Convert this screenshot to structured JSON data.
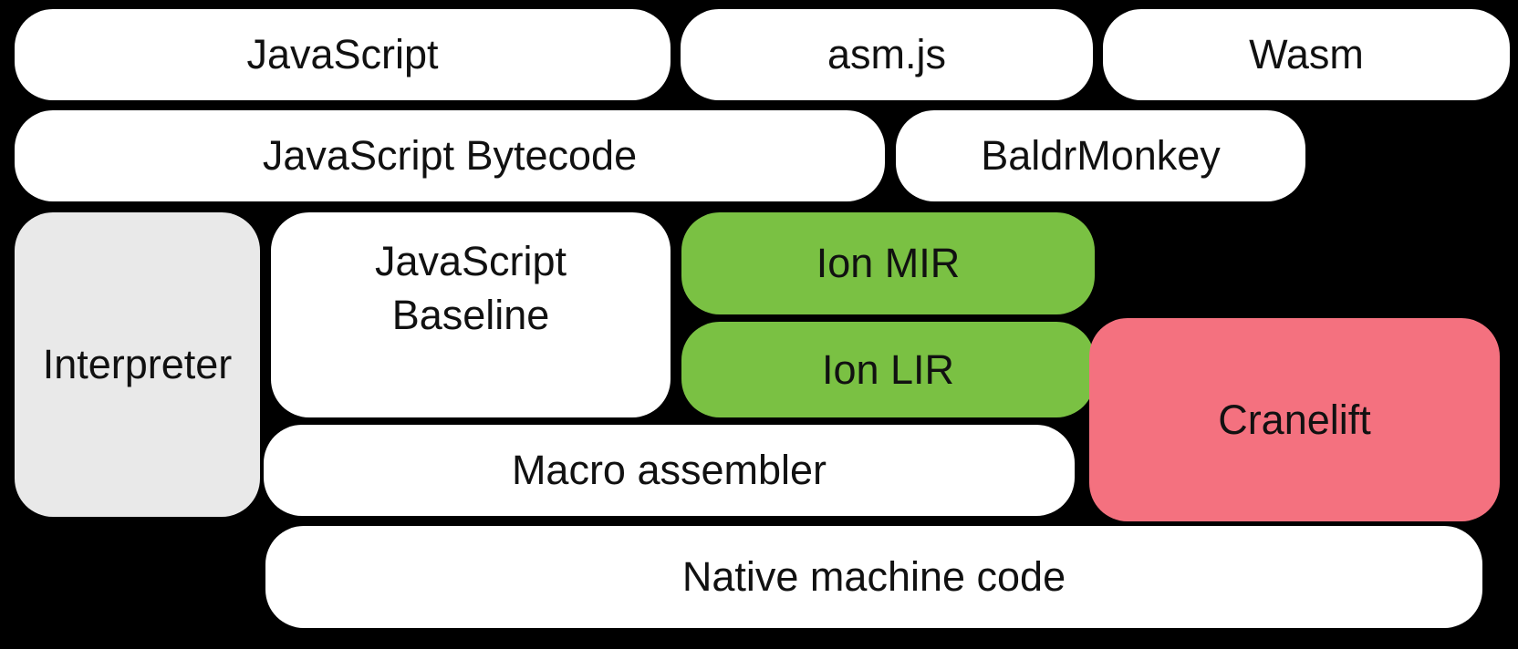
{
  "diagram": {
    "boxes": [
      {
        "id": "javascript",
        "label": "JavaScript",
        "fill": "#ffffff"
      },
      {
        "id": "asm-js",
        "label": "asm.js",
        "fill": "#ffffff"
      },
      {
        "id": "wasm",
        "label": "Wasm",
        "fill": "#ffffff"
      },
      {
        "id": "javascript-bytecode",
        "label": "JavaScript Bytecode",
        "fill": "#ffffff"
      },
      {
        "id": "baldrmonkey",
        "label": "BaldrMonkey",
        "fill": "#ffffff"
      },
      {
        "id": "interpreter",
        "label": "Interpreter",
        "fill": "#e9e9e9"
      },
      {
        "id": "javascript-baseline",
        "label": "JavaScript\nBaseline",
        "fill": "#ffffff"
      },
      {
        "id": "ion-mir",
        "label": "Ion MIR",
        "fill": "#7ac143"
      },
      {
        "id": "ion-lir",
        "label": "Ion LIR",
        "fill": "#7ac143"
      },
      {
        "id": "cranelift",
        "label": "Cranelift",
        "fill": "#f4717f"
      },
      {
        "id": "macro-assembler",
        "label": "Macro assembler",
        "fill": "#ffffff"
      },
      {
        "id": "native-machine-code",
        "label": "Native machine code",
        "fill": "#ffffff"
      }
    ],
    "colors": {
      "background": "#000000",
      "box_white": "#ffffff",
      "box_gray": "#e9e9e9",
      "box_green": "#7ac143",
      "box_pink": "#f4717f",
      "text": "#111111"
    }
  }
}
